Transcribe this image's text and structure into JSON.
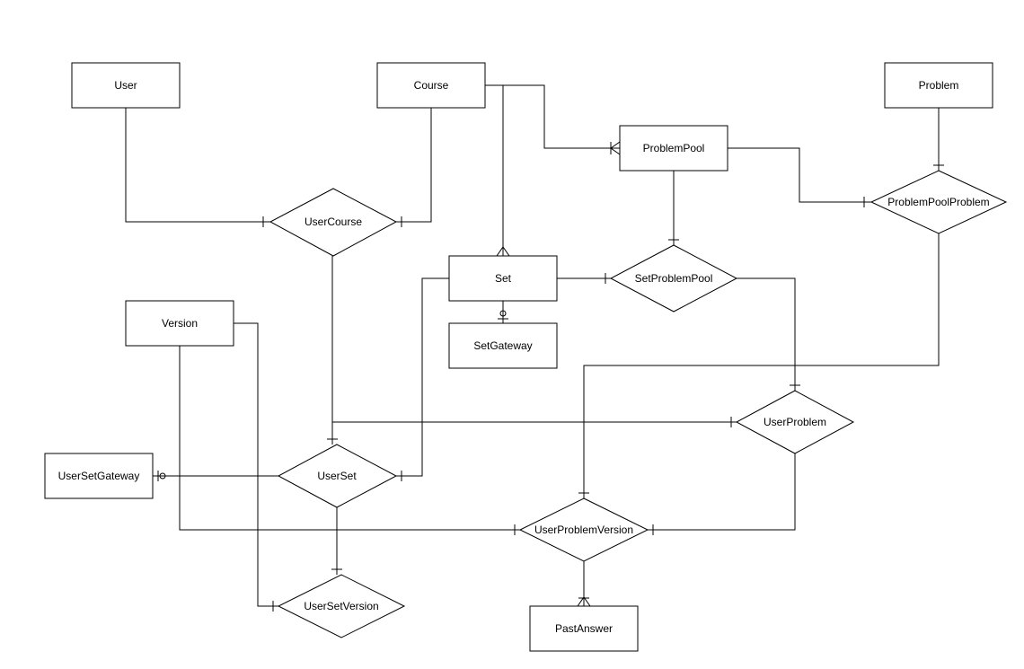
{
  "entities": {
    "user": "User",
    "course": "Course",
    "problem": "Problem",
    "problem_pool": "ProblemPool",
    "set": "Set",
    "set_gateway": "SetGateway",
    "version": "Version",
    "user_set_gateway": "UserSetGateway",
    "past_answer": "PastAnswer"
  },
  "relationships": {
    "user_course": "UserCourse",
    "problem_pool_problem": "ProblemPoolProblem",
    "set_problem_pool": "SetProblemPool",
    "user_problem": "UserProblem",
    "user_set": "UserSet",
    "user_problem_version": "UserProblemVersion",
    "user_set_version": "UserSetVersion"
  }
}
